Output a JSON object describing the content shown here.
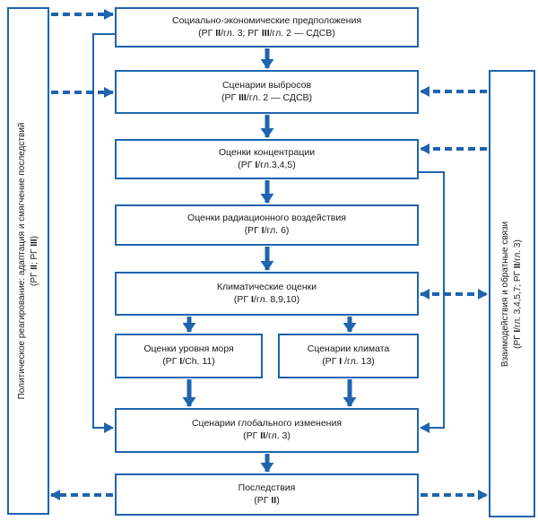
{
  "diagram": {
    "left_sidebar": {
      "line1": "Политическое реагирование:  адаптация и смягчение последствий",
      "line2": "(РГ II;  РГ III)"
    },
    "right_sidebar": {
      "line1": "Взаимодействия и обратные связи",
      "line2": "(РГ I/гл. 3,4,5,7; РГ II/гл. 3)"
    },
    "nodes": [
      {
        "id": "socioeconomic-assumptions",
        "title": "Социально-экономические предположения",
        "ref": "(РГ II/гл. 3; РГ III/гл. 2 — СДСВ)"
      },
      {
        "id": "emission-scenarios",
        "title": "Сценарии выбросов",
        "ref": "(РГ III/гл. 2 — СДСВ)"
      },
      {
        "id": "concentration-estimates",
        "title": "Оценки концентрации",
        "ref": "(РГ I/гл.3,4,5)"
      },
      {
        "id": "radiative-forcing-estimates",
        "title": "Оценки радиационного воздействия",
        "ref": "(РГ I/гл. 6)"
      },
      {
        "id": "climate-estimates",
        "title": "Климатические оценки",
        "ref": "(РГ I/гл. 8,9,10)"
      },
      {
        "id": "sea-level-estimates",
        "title": "Оценки уровня моря",
        "ref": "(РГ I/Ch. 11)"
      },
      {
        "id": "climate-scenarios",
        "title": "Сценарии климата",
        "ref": "(РГ I /гл. 13)"
      },
      {
        "id": "global-change-scenarios",
        "title": "Сценарии глобального изменения",
        "ref": "(РГ II/гл. 3)"
      },
      {
        "id": "impacts",
        "title": "Последствия",
        "ref": "(РГ II)"
      }
    ],
    "edges": [
      {
        "from": "socioeconomic-assumptions",
        "to": "emission-scenarios",
        "style": "solid-thick"
      },
      {
        "from": "emission-scenarios",
        "to": "concentration-estimates",
        "style": "solid-thick"
      },
      {
        "from": "concentration-estimates",
        "to": "radiative-forcing-estimates",
        "style": "solid-thick"
      },
      {
        "from": "radiative-forcing-estimates",
        "to": "climate-estimates",
        "style": "solid-thick"
      },
      {
        "from": "climate-estimates",
        "to": "sea-level-estimates",
        "style": "solid-thick"
      },
      {
        "from": "climate-estimates",
        "to": "climate-scenarios",
        "style": "solid-thick"
      },
      {
        "from": "sea-level-estimates",
        "to": "global-change-scenarios",
        "style": "solid-thick"
      },
      {
        "from": "climate-scenarios",
        "to": "global-change-scenarios",
        "style": "solid-thick"
      },
      {
        "from": "global-change-scenarios",
        "to": "impacts",
        "style": "solid-thick"
      },
      {
        "from": "socioeconomic-assumptions",
        "to": "global-change-scenarios",
        "style": "solid-thin"
      },
      {
        "from": "concentration-estimates",
        "to": "global-change-scenarios",
        "style": "solid-thin"
      },
      {
        "from": "left-sidebar",
        "to": "socioeconomic-assumptions",
        "style": "dashed"
      },
      {
        "from": "left-sidebar",
        "to": "emission-scenarios",
        "style": "dashed"
      },
      {
        "from": "right-sidebar",
        "to": "emission-scenarios",
        "style": "dashed"
      },
      {
        "from": "right-sidebar",
        "to": "concentration-estimates",
        "style": "dashed"
      },
      {
        "from": "climate-estimates",
        "to": "right-sidebar",
        "style": "dashed-bidirectional"
      },
      {
        "from": "impacts",
        "to": "left-sidebar",
        "style": "dashed"
      },
      {
        "from": "impacts",
        "to": "right-sidebar",
        "style": "dashed"
      }
    ],
    "colors": {
      "accent_blue": "#1f64ae",
      "text": "#1a1a1a",
      "background": "#ffffff"
    }
  }
}
